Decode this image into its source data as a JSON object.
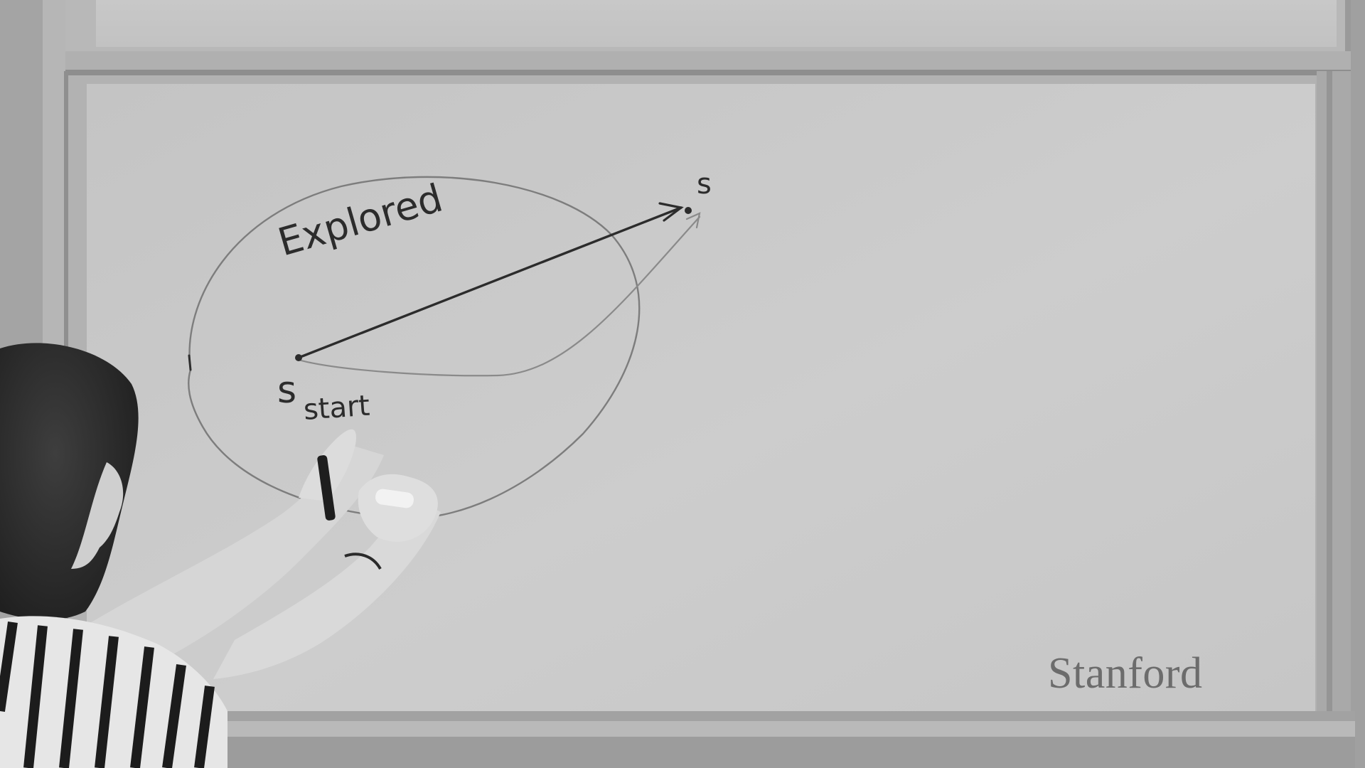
{
  "board": {
    "labels": {
      "explored": "Explored",
      "start_symbol": "s",
      "start_subscript": "start",
      "goal_symbol": "s"
    }
  },
  "watermark": {
    "text": "Stanford"
  },
  "colors": {
    "wall": "#9d9d9d",
    "frame": "#b4b4b4",
    "board": "#c9c9c9",
    "marker": "#2c2c2c",
    "faint_marker": "#8a8a8a",
    "watermark": "#6c6c6c"
  }
}
